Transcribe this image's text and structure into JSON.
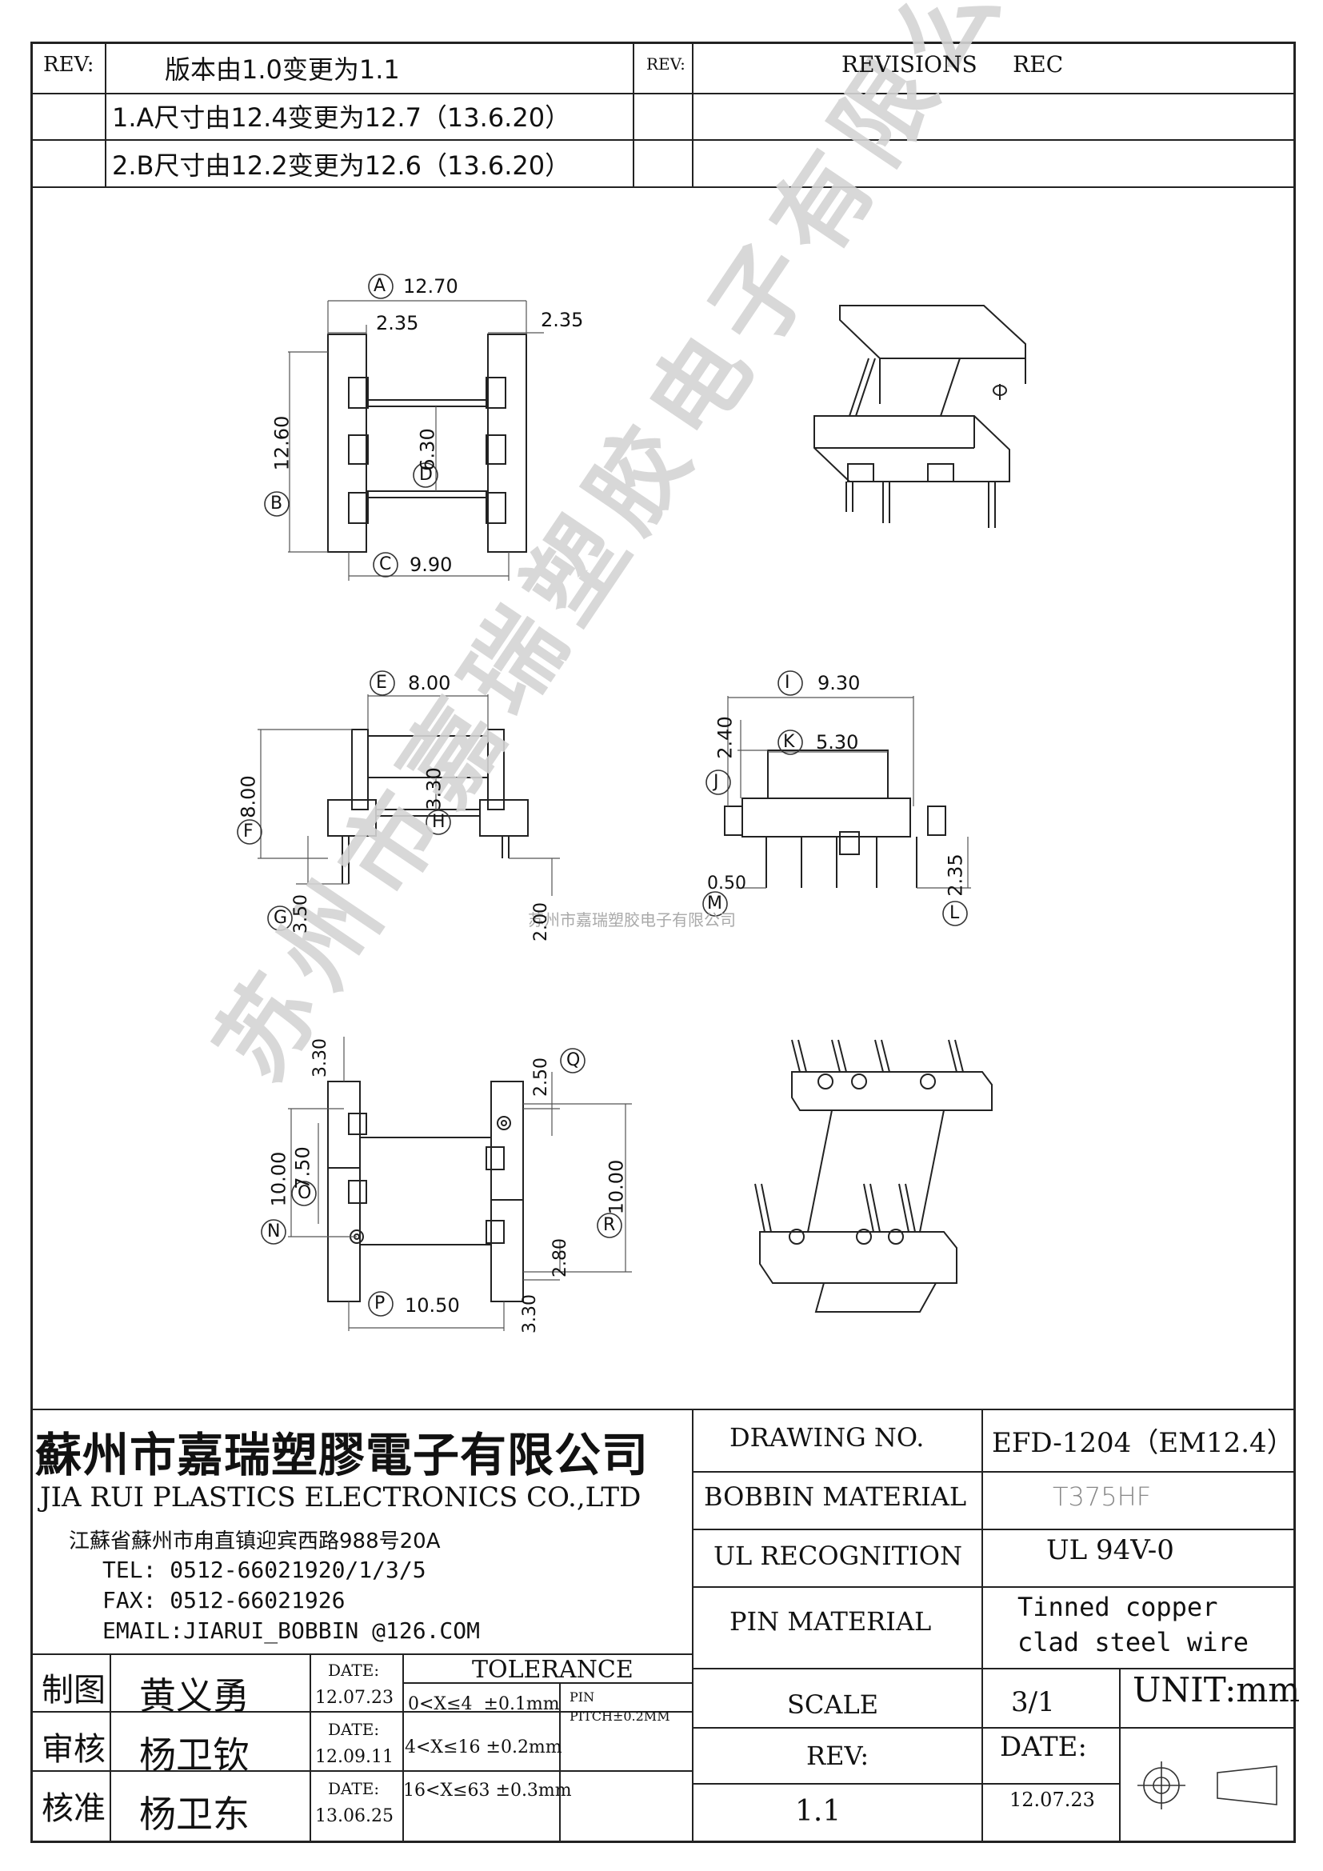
{
  "revision_block": {
    "rev_label": "REV:",
    "rev_label_2": "REV:",
    "rows": [
      "版本由1.0变更为1.1",
      "1.A尺寸由12.4变更为12.7（13.6.20）",
      "2.B尺寸由12.2变更为12.6（13.6.20）"
    ],
    "revisions_header": "REVISIONS     REC"
  },
  "dims": {
    "A": "A",
    "A_val": "12.70",
    "ab_left": "2.35",
    "ab_right": "2.35",
    "B": "B",
    "B_val": "12.60",
    "C": "C",
    "C_val": "9.90",
    "D": "D",
    "D_val": "6.30",
    "E": "E",
    "E_val": "8.00",
    "F": "F",
    "F_val": "8.00",
    "G": "G",
    "G_val": "3.50",
    "H": "H",
    "H_val": "3.30",
    "pin_len": "2.00",
    "I": "I",
    "I_val": "9.30",
    "K": "K",
    "K_val": "5.30",
    "J": "J",
    "J_val": "2.40",
    "M": "M",
    "M_val": "0.50",
    "L": "L",
    "L_val": "2.35",
    "bot_left_top": "3.30",
    "N": "N",
    "N_val": "10.00",
    "O": "O",
    "O_val": "7.50",
    "P": "P",
    "P_val": "10.50",
    "Q": "Q",
    "Q_val": "2.50",
    "R": "R",
    "R_val": "10.00",
    "bot_right_2": "2.80",
    "bot_right_3": "3.30"
  },
  "watermark": {
    "center_text": "苏州市嘉瑞塑胶电子有限公司"
  },
  "company": {
    "name_cn": "蘇州市嘉瑞塑膠電子有限公司",
    "name_en": "JIA RUI PLASTICS ELECTRONICS CO.,LTD",
    "address": "江蘇省蘇州市甪直镇迎宾西路988号20A",
    "tel": "TEL: 0512-66021920/1/3/5",
    "fax": "FAX: 0512-66021926",
    "email": "EMAIL:JIARUI_BOBBIN @126.COM"
  },
  "signoff": [
    {
      "role": "制图",
      "name": "黄义勇",
      "date_label": "DATE:",
      "date": "12.07.23"
    },
    {
      "role": "审核",
      "name": "杨卫钦",
      "date_label": "DATE:",
      "date": "12.09.11"
    },
    {
      "role": "核准",
      "name": "杨卫东",
      "date_label": "DATE:",
      "date": "13.06.25"
    }
  ],
  "tolerance": {
    "header": "TOLERANCE",
    "lines": [
      "0<X≤4  ±0.1mm",
      "4<X≤16 ±0.2mm",
      "16<X≤63 ±0.3mm"
    ],
    "pin_label": "PIN",
    "pin_pitch": "PITCH±0.2MM"
  },
  "spec": {
    "drawing_no_label": "DRAWING  NO.",
    "drawing_no": "EFD-1204（EM12.4）",
    "bobbin_label": "BOBBIN  MATERIAL",
    "bobbin": "T375HF",
    "ul_label": "UL RECOGNITION",
    "ul": "UL 94V-0",
    "pin_label": "PIN MATERIAL",
    "pin_line1": "Tinned copper",
    "pin_line2": "clad steel wire",
    "scale_label": "SCALE",
    "scale": "3/1",
    "unit": "UNIT:mm",
    "rev_label": "REV:",
    "rev": "1.1",
    "date_label": "DATE:",
    "date": "12.07.23"
  }
}
